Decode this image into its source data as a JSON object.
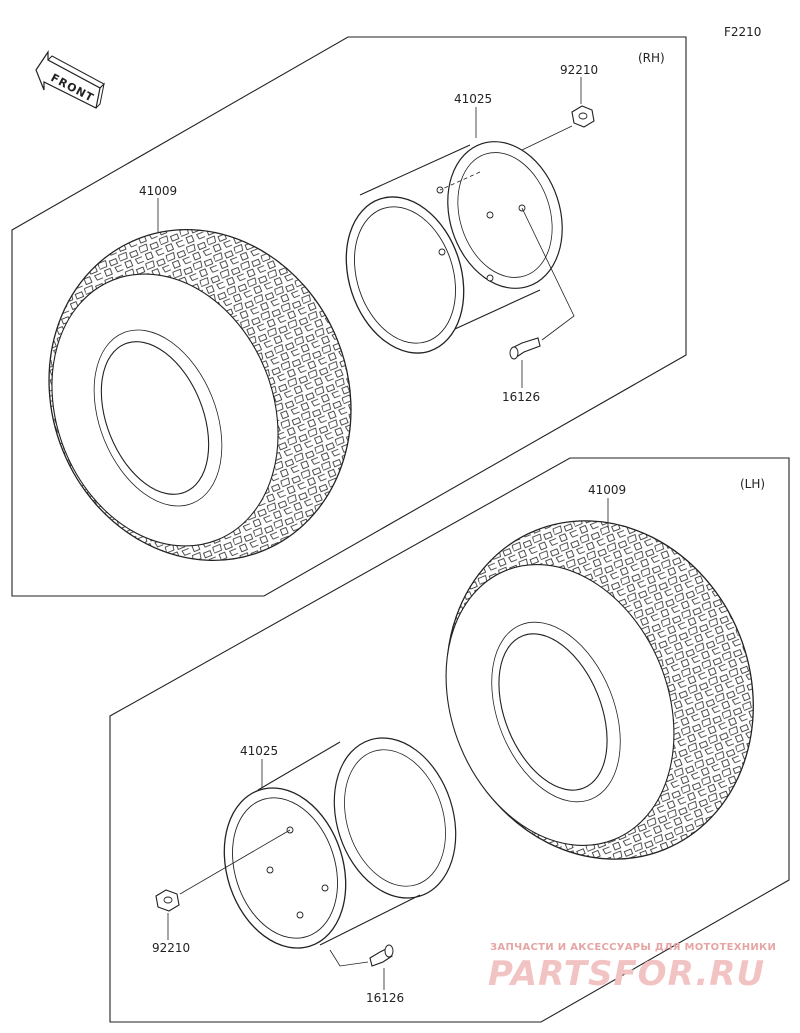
{
  "figure_code": "F2210",
  "front_label": "FRONT",
  "rh_group": {
    "side_label": "(RH)",
    "tire_part": "41009",
    "wheel_part": "41025",
    "nut_part": "92210",
    "valve_part": "16126"
  },
  "lh_group": {
    "side_label": "(LH)",
    "tire_part": "41009",
    "wheel_part": "41025",
    "nut_part": "92210",
    "valve_part": "16126"
  },
  "watermark": {
    "tagline": "ЗАПЧАСТИ И АКСЕССУАРЫ ДЛЯ МОТОТЕХНИКИ",
    "brand": "PARTSFOR.RU"
  }
}
